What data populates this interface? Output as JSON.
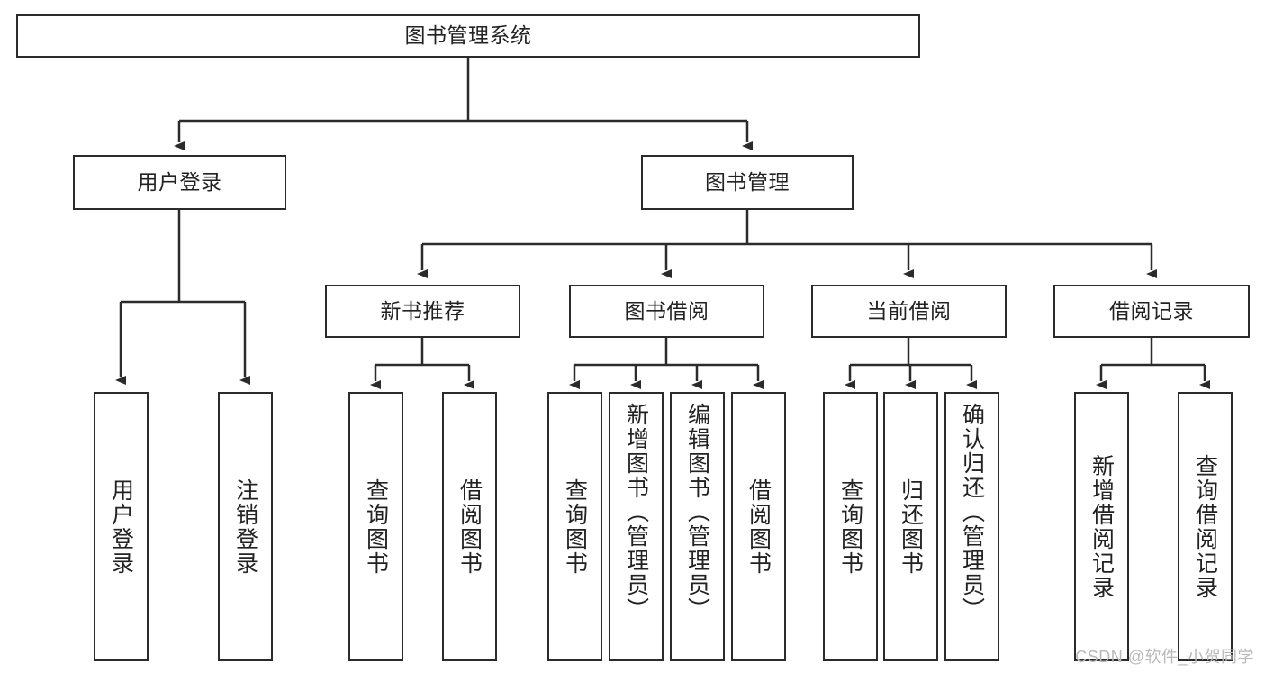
{
  "diagram": {
    "title": "图书管理系统",
    "type": "hierarchical-tree",
    "nodes": {
      "root": {
        "label": "图书管理系统"
      },
      "level2": [
        {
          "id": "user-login",
          "label": "用户登录"
        },
        {
          "id": "book-management",
          "label": "图书管理"
        }
      ],
      "level3": [
        {
          "id": "new-book-recommend",
          "label": "新书推荐"
        },
        {
          "id": "book-borrow",
          "label": "图书借阅"
        },
        {
          "id": "current-borrow",
          "label": "当前借阅"
        },
        {
          "id": "borrow-record",
          "label": "借阅记录"
        }
      ],
      "leaves": [
        {
          "id": "leaf-user-login",
          "label": "用户登录",
          "parent": "user-login"
        },
        {
          "id": "leaf-logout",
          "label": "注销登录",
          "parent": "user-login"
        },
        {
          "id": "leaf-query-book-1",
          "label": "查询图书",
          "parent": "new-book-recommend"
        },
        {
          "id": "leaf-borrow-book-1",
          "label": "借阅图书",
          "parent": "new-book-recommend"
        },
        {
          "id": "leaf-query-book-2",
          "label": "查询图书",
          "parent": "book-borrow"
        },
        {
          "id": "leaf-add-book",
          "label": "新增图书（管理员）",
          "parent": "book-borrow"
        },
        {
          "id": "leaf-edit-book",
          "label": "编辑图书（管理员）",
          "parent": "book-borrow"
        },
        {
          "id": "leaf-borrow-book-2",
          "label": "借阅图书",
          "parent": "book-borrow"
        },
        {
          "id": "leaf-query-book-3",
          "label": "查询图书",
          "parent": "current-borrow"
        },
        {
          "id": "leaf-return-book",
          "label": "归还图书",
          "parent": "current-borrow"
        },
        {
          "id": "leaf-confirm-return",
          "label": "确认归还（管理员）",
          "parent": "current-borrow"
        },
        {
          "id": "leaf-add-record",
          "label": "新增借阅记录",
          "parent": "borrow-record"
        },
        {
          "id": "leaf-query-record",
          "label": "查询借阅记录",
          "parent": "borrow-record"
        }
      ]
    },
    "colors": {
      "stroke": "#2b2b2b",
      "fill": "#ffffff",
      "text": "#222222",
      "watermark": "#b9b9b9"
    }
  },
  "watermark": {
    "text": "CSDN @软件_小贺同学"
  }
}
